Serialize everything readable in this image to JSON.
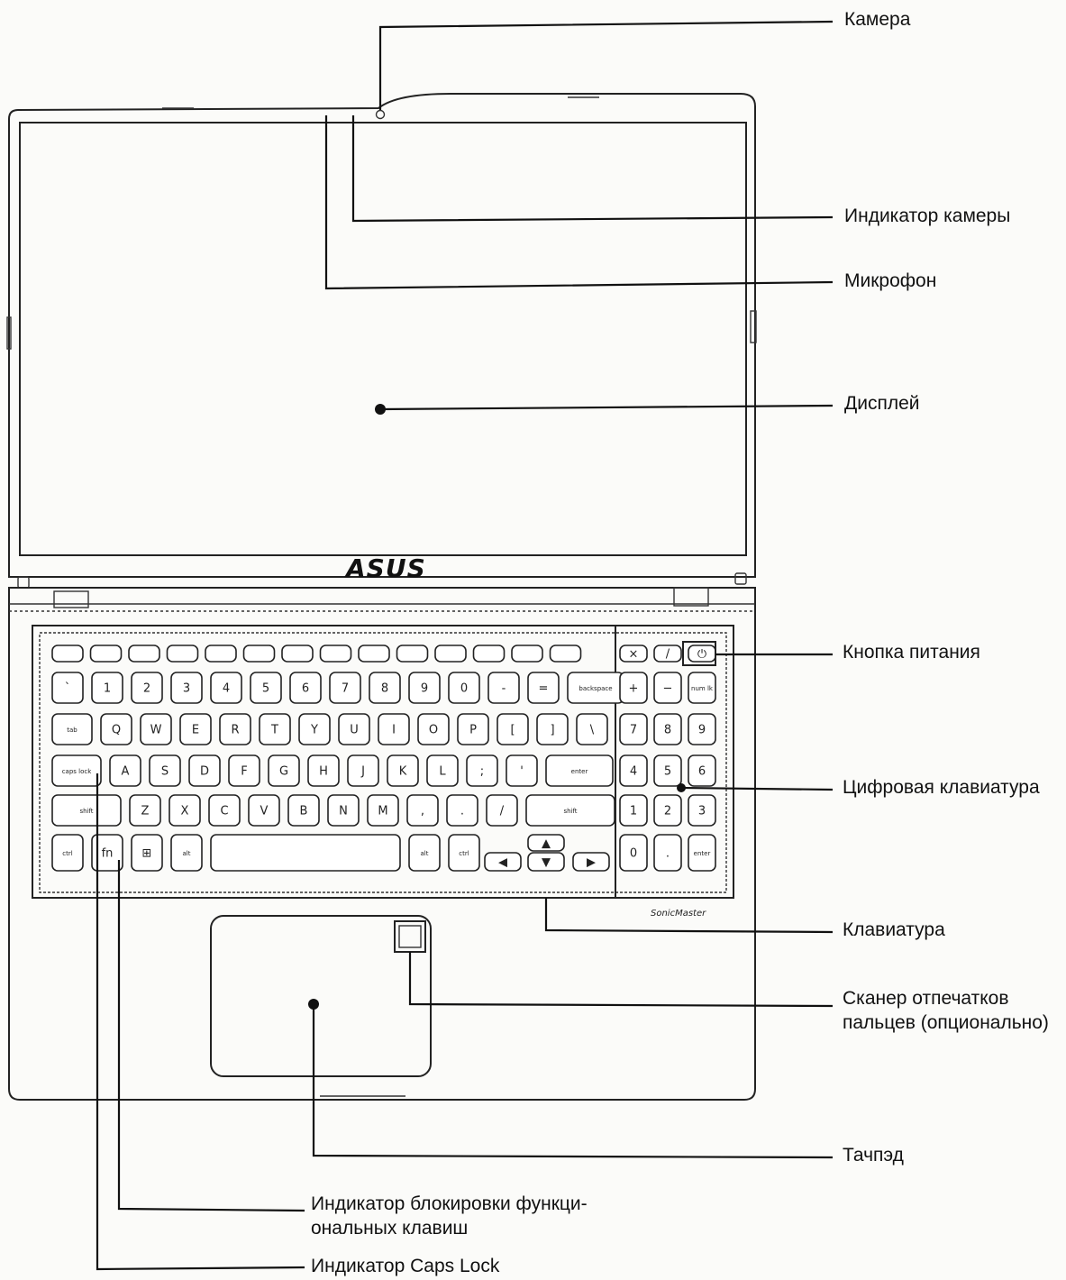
{
  "labels": {
    "camera": "Камера",
    "camera_indicator": "Индикатор камеры",
    "microphone": "Микрофон",
    "display": "Дисплей",
    "power_button": "Кнопка питания",
    "numeric_keypad": "Цифровая клавиатура",
    "keyboard": "Клавиатура",
    "fingerprint_line1": "Сканер отпечатков",
    "fingerprint_line2": "пальцев (опционально)",
    "touchpad": "Тачпэд",
    "fn_lock_line1": "Индикатор блокировки функци-",
    "fn_lock_line2": "ональных клавиш",
    "caps_lock": "Индикатор Caps Lock"
  },
  "laptop": {
    "logo_text": "ASUS",
    "sonicmaster_text": "SonicMaster"
  },
  "keyboard": {
    "number_row": [
      "`",
      "1",
      "2",
      "3",
      "4",
      "5",
      "6",
      "7",
      "8",
      "9",
      "0",
      "-",
      "=",
      "backspace"
    ],
    "qwerty_row": [
      "tab",
      "Q",
      "W",
      "E",
      "R",
      "T",
      "Y",
      "U",
      "I",
      "O",
      "P",
      "[",
      "]",
      "\\"
    ],
    "home_row": [
      "caps lock",
      "A",
      "S",
      "D",
      "F",
      "G",
      "H",
      "J",
      "K",
      "L",
      ";",
      "'",
      "enter"
    ],
    "shift_row": [
      "shift",
      "Z",
      "X",
      "C",
      "V",
      "B",
      "N",
      "M",
      ",",
      ".",
      "/",
      "shift"
    ],
    "bottom_row": [
      "ctrl",
      "fn",
      "⊞",
      "alt",
      "",
      "alt",
      "ctrl"
    ],
    "numpad": [
      [
        "×",
        "/",
        "⏻"
      ],
      [
        "+",
        "−",
        "num lk"
      ],
      [
        "7",
        "8",
        "9"
      ],
      [
        "4",
        "5",
        "6"
      ],
      [
        "1",
        "2",
        "3"
      ],
      [
        "0",
        ".",
        "enter"
      ]
    ]
  }
}
